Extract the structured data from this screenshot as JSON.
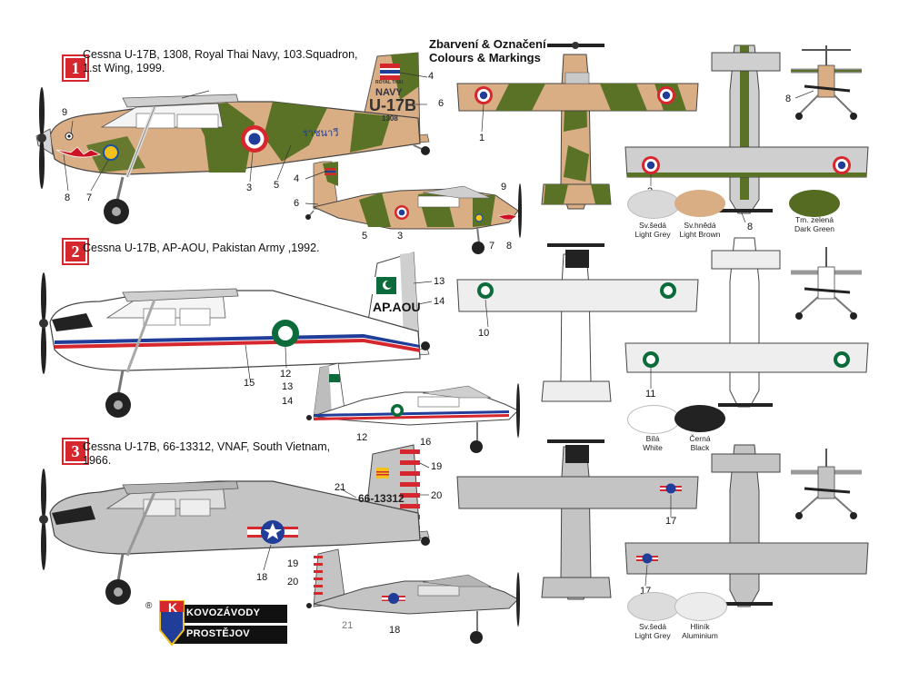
{
  "header": {
    "line1": "Zbarvení & Označení",
    "line2": "Colours & Markings"
  },
  "options": [
    {
      "number": "1",
      "title_l1": "Cessna U-17B, 1308, Royal Thai Navy, 103.Squadron,",
      "title_l2": "1.st Wing, 1999."
    },
    {
      "number": "2",
      "title_l1": "Cessna U-17B, AP-AOU, Pakistan Army ,1992.",
      "title_l2": ""
    },
    {
      "number": "3",
      "title_l1": "Cessna U-17B, 66-13312, VNAF, South Vietnam,",
      "title_l2": "1966."
    }
  ],
  "fin_markings": {
    "thai_l1": "ROYAL THAI",
    "thai_l2": "NAVY",
    "thai_l3": "U-17B",
    "thai_serial": "1308",
    "thai_script": "ราชนาวี",
    "pak_code": "AP.AOU",
    "vn_serial": "66-13312"
  },
  "callouts": {
    "c1": "1",
    "c2": "2",
    "c3": "3",
    "c4": "4",
    "c5": "5",
    "c6": "6",
    "c7": "7",
    "c8": "8",
    "c9": "9",
    "c10": "10",
    "c11": "11",
    "c12": "12",
    "c13": "13",
    "c14": "14",
    "c15": "15",
    "c16": "16",
    "c17": "17",
    "c18": "18",
    "c19": "19",
    "c20": "20",
    "c21": "21"
  },
  "swatches": [
    {
      "cz": "Sv.šedá",
      "en": "Light Grey",
      "color": "#d9d9d9"
    },
    {
      "cz": "Sv.hnědá",
      "en": "Light Brown",
      "color": "#d9ae84"
    },
    {
      "cz": "Tm. zelená",
      "en": "Dark Green",
      "color": "#556b22"
    },
    {
      "cz": "Bílá",
      "en": "White",
      "color": "#ffffff"
    },
    {
      "cz": "Černá",
      "en": "Black",
      "color": "#222222"
    },
    {
      "cz": "Sv.šedá",
      "en": "Light Grey",
      "color": "#dcdcdc"
    },
    {
      "cz": "Hliník",
      "en": "Aluminium",
      "color": "#ececec"
    }
  ],
  "logo": {
    "reg": "®",
    "line1": "KOVOZÁVODY",
    "line2": "PROSTĚJOV"
  },
  "colors": {
    "tan": "#d9ae84",
    "green": "#5a7226",
    "grey": "#c4c4c4",
    "red": "#d6272e",
    "blue": "#1f3d99",
    "pak_green": "#0b6b3a"
  }
}
